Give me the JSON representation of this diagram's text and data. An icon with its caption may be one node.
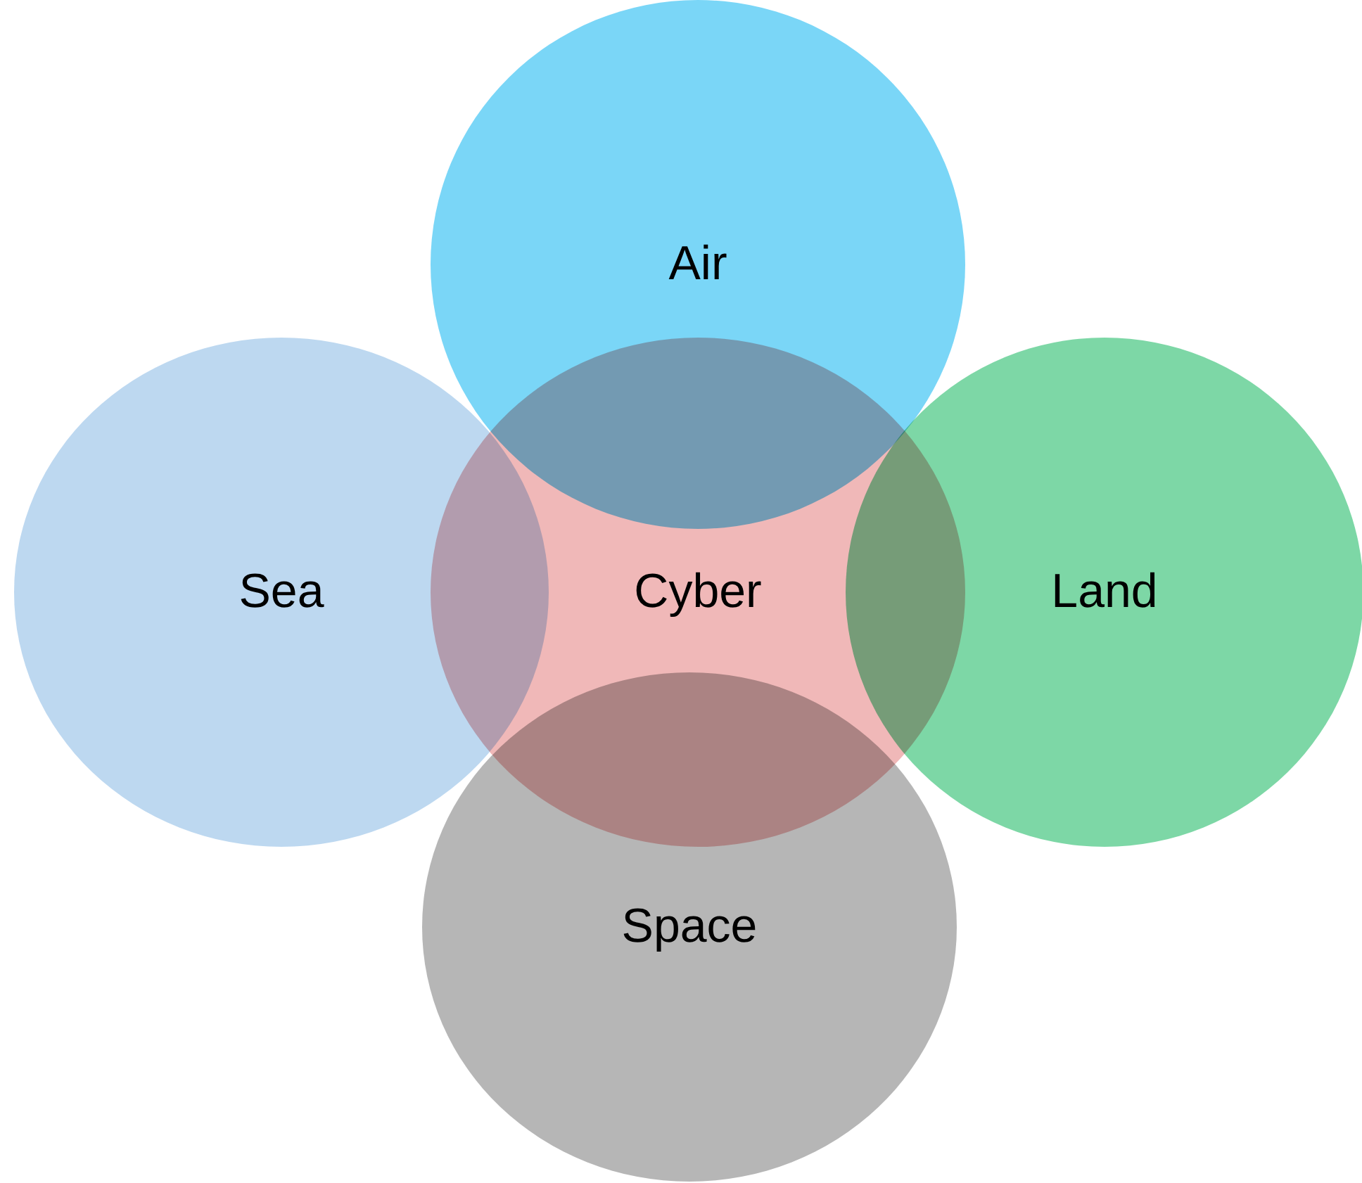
{
  "diagram": {
    "nodes": [
      {
        "text": [
          "Air"
        ]
      },
      {
        "text": [
          "Sea"
        ]
      },
      {
        "text": [
          "Cyber"
        ]
      },
      {
        "text": [
          "Land"
        ]
      },
      {
        "text": [
          "Space"
        ]
      }
    ]
  }
}
